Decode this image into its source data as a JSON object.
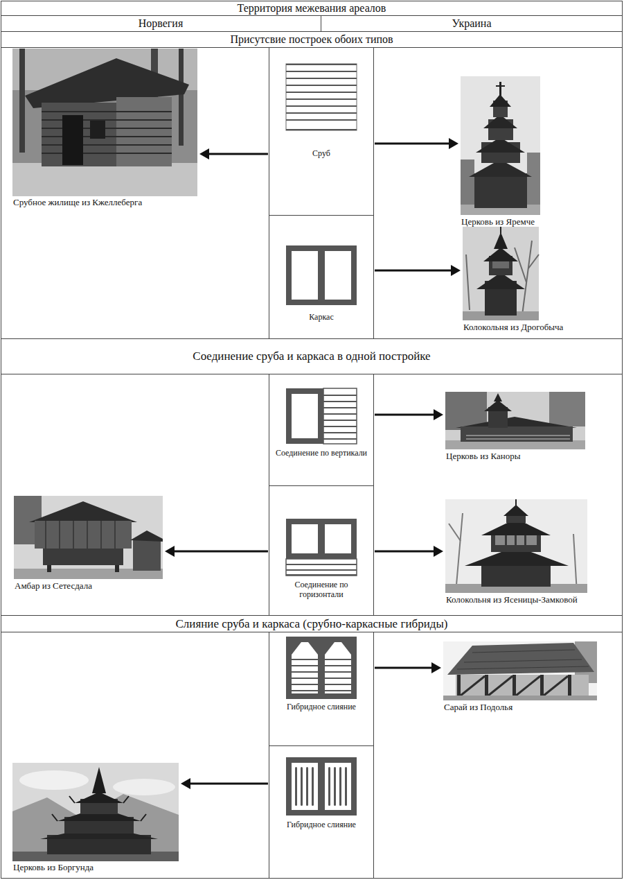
{
  "diagram": {
    "nodes": [
      {
        "text": [
          "Территория межевания ареалов"
        ]
      },
      {
        "text": [
          "Норвегия"
        ]
      },
      {
        "text": [
          "Украина"
        ]
      },
      {
        "text": [
          "Присутсвие построек обоих типов"
        ]
      },
      {
        "text": [
          "Срубное жилище из Кжеллеберга"
        ]
      },
      {
        "text": [
          "Сруб"
        ]
      },
      {
        "text": [
          "Церковь из Яремче"
        ]
      },
      {
        "text": [
          "Каркас"
        ]
      },
      {
        "text": [
          "Колокольня из Дрогобыча"
        ]
      },
      {
        "text": [
          "Соединение сруба и каркаса в одной постройке"
        ]
      },
      {
        "text": [
          "Соединение по вертикали"
        ]
      },
      {
        "text": [
          "Церковь из Каноры"
        ]
      },
      {
        "text": [
          "Амбар из Сетесдала"
        ]
      },
      {
        "text": [
          "Соединение по горизонтали"
        ]
      },
      {
        "text": [
          "Колокольня из Ясеницы-Замковой"
        ]
      },
      {
        "text": [
          "Слияние сруба и каркаса (срубно-каркасные гибриды)"
        ]
      },
      {
        "text": [
          "Гибридное слияние"
        ]
      },
      {
        "text": [
          "Сарай из Подолья"
        ]
      },
      {
        "text": [
          "Церковь из Боргунда"
        ]
      },
      {
        "text": [
          "Гибридное слияние"
        ]
      }
    ],
    "edges": [
      {
        "from": 5,
        "to": 4,
        "arrow": "to"
      },
      {
        "from": 5,
        "to": 6,
        "arrow": "to"
      },
      {
        "from": 7,
        "to": 8,
        "arrow": "to"
      },
      {
        "from": 10,
        "to": 11,
        "arrow": "to"
      },
      {
        "from": 13,
        "to": 12,
        "arrow": "to"
      },
      {
        "from": 13,
        "to": 14,
        "arrow": "to"
      },
      {
        "from": 16,
        "to": 17,
        "arrow": "to"
      },
      {
        "from": 19,
        "to": 18,
        "arrow": "to"
      }
    ]
  }
}
